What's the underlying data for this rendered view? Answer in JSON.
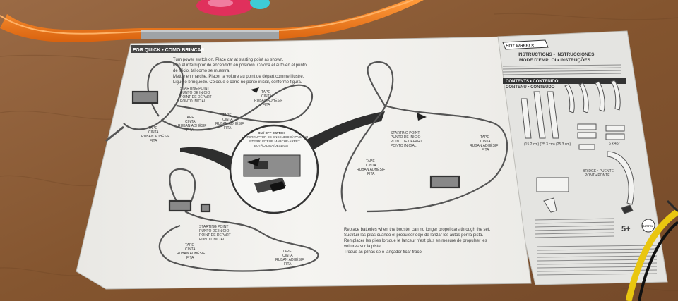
{
  "sheet": {
    "header": "FOR QUICK • COMO BRINCAR",
    "intro_lines": [
      "Turn power switch on. Place car at starting point as shown.",
      "Pon el interruptor de encendido en posición. Coloca el auto en el punto",
      "de inicio, tal como se muestra.",
      "Mettre en marche. Placer la voiture au point de départ comme illustré.",
      "Ligue o brinquedo. Coloque o carro no ponto inicial, conforme figura."
    ],
    "tape_label": [
      "TAPE",
      "CINTA",
      "RUBAN ADHÉSIF",
      "FITA"
    ],
    "start_label": [
      "STARTING POINT",
      "PUNTO DE INICIO",
      "POINT DE DÉPART",
      "PONTO INICIAL"
    ],
    "switch_label": [
      "ON / OFF SWITCH",
      "INTERRUPTOR DE ENCENDIDO/APAGADO",
      "INTERRUPTEUR MARCHE-ARRÊT",
      "BOTÃO LIGA/DESLIGA"
    ],
    "battery_lines": [
      "Replace batteries when the booster can no longer propel cars through the set.",
      "Sustituir las pilas cuando el propulsor deje de lanzar los autos por la pista.",
      "Remplacer les piles lorsque le lanceur n'est plus en mesure de propulser les",
      "voitures sur la piste.",
      "Troque as pilhas se o lançador ficar fraco."
    ]
  },
  "panel": {
    "brand": "HOT WHEELS",
    "title_lines": [
      "INSTRUCTIONS • INSTRUCCIONES",
      "MODE D'EMPLOI • INSTRUÇÕES"
    ],
    "contents_header": [
      "CONTENTS • CONTENIDO",
      "CONTENU • CONTEÚDO"
    ],
    "track_sizes": "(15.2 cm) (25.3 cm) (25.3 cm)",
    "count_label": "6 x 45°",
    "bridge_label": [
      "BRIDGE • PUENTE",
      "PONT • PONTE"
    ],
    "age": "5+",
    "maker": "MATTEL"
  },
  "colors": {
    "table": "#8a5a37",
    "track": "#f07a1e",
    "paper": "#f3f2ee",
    "panel_paper": "#e6e6e3",
    "ink": "#3a3a3a",
    "cable": "#e9c60f"
  }
}
